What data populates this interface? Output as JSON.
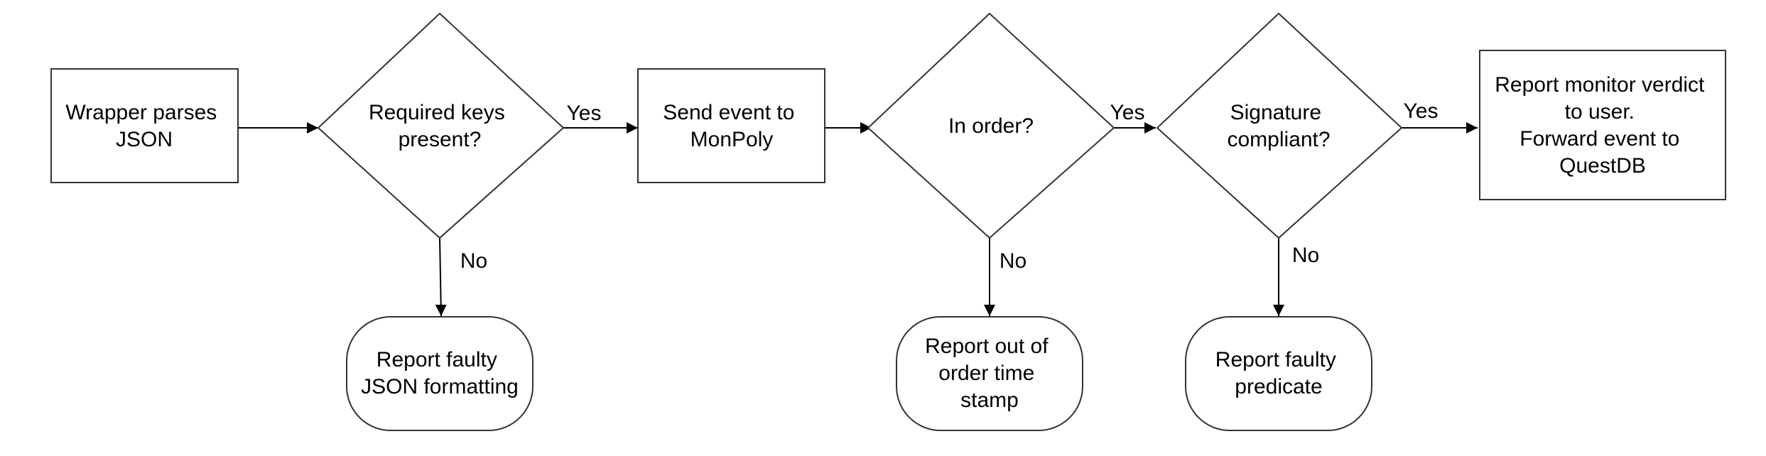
{
  "nodes": {
    "parse": {
      "lines": [
        "Wrapper parses",
        "JSON"
      ]
    },
    "required_keys": {
      "lines": [
        "Required keys",
        "present?"
      ]
    },
    "send_event": {
      "lines": [
        "Send event to",
        "MonPoly"
      ]
    },
    "in_order": {
      "lines": [
        "In order?"
      ]
    },
    "signature": {
      "lines": [
        "Signature",
        "compliant?"
      ]
    },
    "report_verdict": {
      "lines": [
        "Report monitor verdict",
        "to user.",
        "Forward event to",
        "QuestDB"
      ]
    },
    "faulty_json": {
      "lines": [
        "Report faulty",
        "JSON formatting"
      ]
    },
    "out_of_order": {
      "lines": [
        "Report out of",
        "order time",
        "stamp"
      ]
    },
    "faulty_predicate": {
      "lines": [
        "Report faulty",
        "predicate"
      ]
    }
  },
  "edges": {
    "keys_yes": "Yes",
    "keys_no": "No",
    "order_yes": "Yes",
    "order_no": "No",
    "sig_yes": "Yes",
    "sig_no": "No"
  },
  "colors": {
    "stroke": "#333333",
    "fill": "#ffffff",
    "text": "#000000"
  }
}
